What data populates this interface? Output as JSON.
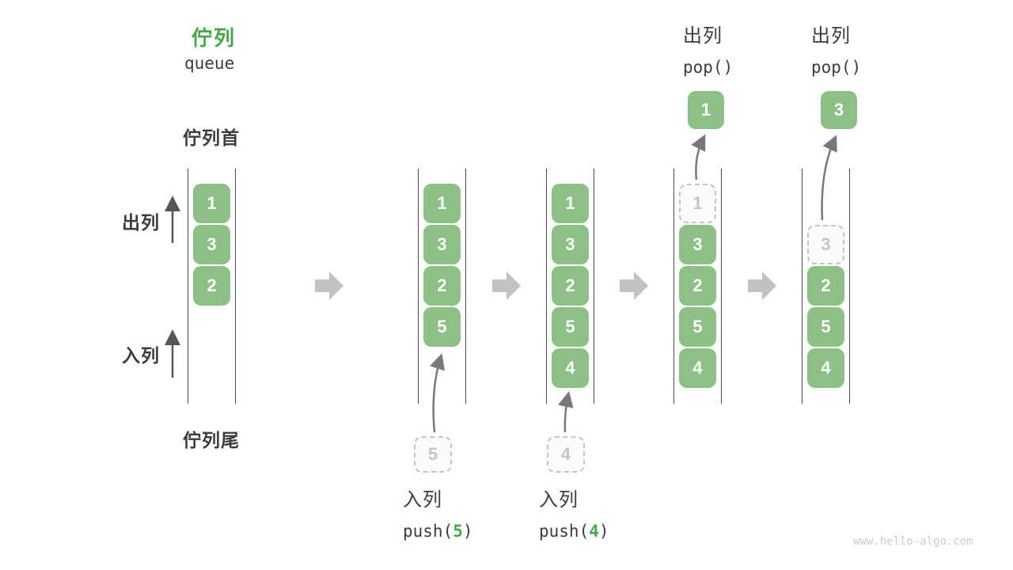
{
  "header": {
    "title": "佇列",
    "subtitle": "queue"
  },
  "side_labels": {
    "front": "佇列首",
    "rear": "佇列尾",
    "dequeue": "出列",
    "enqueue": "入列"
  },
  "palette": {
    "accent_green": "#4AA64D",
    "cell_green": "#8CC086",
    "ghost_gray": "#C4C4C4",
    "block_arrow_gray": "#C2C2C2",
    "thin_arrow_gray": "#787878",
    "text_dark": "#3C3C3C",
    "watermark_gray": "#CCCCCC"
  },
  "states": [
    {
      "cells": [
        "1",
        "3",
        "2"
      ]
    },
    {
      "cells": [
        "1",
        "3",
        "2",
        "5"
      ],
      "incoming_value": "5",
      "caption": {
        "op": "入列",
        "code_pre": "push(",
        "code_arg": "5",
        "code_post": ")"
      }
    },
    {
      "cells": [
        "1",
        "3",
        "2",
        "5",
        "4"
      ],
      "incoming_value": "4",
      "caption": {
        "op": "入列",
        "code_pre": "push(",
        "code_arg": "4",
        "code_post": ")"
      }
    },
    {
      "cells": [
        "3",
        "2",
        "5",
        "4"
      ],
      "removed_value": "1",
      "popped_value": "1",
      "caption": {
        "op": "出列",
        "code": "pop()"
      }
    },
    {
      "cells": [
        "2",
        "5",
        "4"
      ],
      "removed_value": "3",
      "popped_value": "3",
      "caption": {
        "op": "出列",
        "code": "pop()"
      }
    }
  ],
  "watermark": "www.hello-algo.com"
}
